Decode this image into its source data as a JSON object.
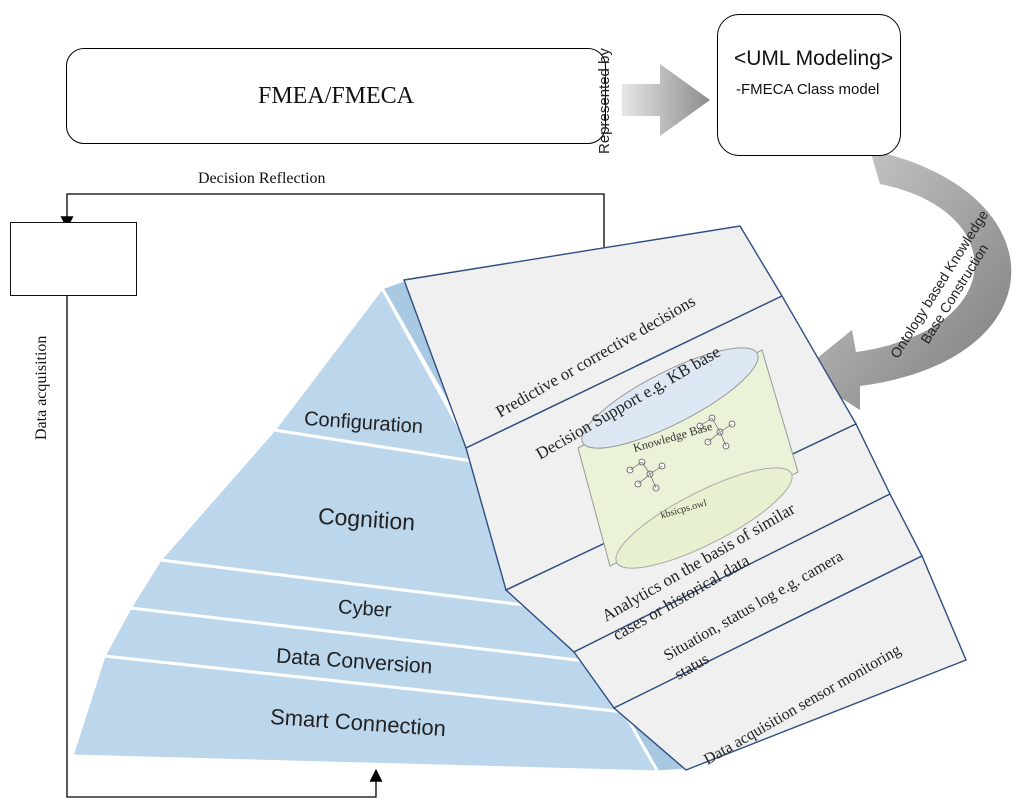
{
  "top": {
    "fmea_label": "FMEA/FMECA",
    "represented_by": "Represented by",
    "uml_title": "<UML Modeling>",
    "uml_subtitle": "-FMECA Class model"
  },
  "ontology_label_line1": "Ontology based Knowledge",
  "ontology_label_line2": "Base Construction",
  "decision_reflection": "Decision Reflection",
  "data_acquisition": "Data acquisition",
  "pyramid": {
    "tiers": [
      "Configuration",
      "Cognition",
      "Cyber",
      "Data Conversion",
      "Smart Connection"
    ]
  },
  "panels": {
    "p1": "Predictive or corrective decisions",
    "p2": "Decision Support e.g. KB base",
    "p3_line1": "Analytics on the basis of  similar",
    "p3_line2": "cases or historical data",
    "p4_line1": "Situation, status log e.g. camera",
    "p4_line2": "status",
    "p5": "Data acquisition sensor monitoring"
  },
  "knowledge_base": {
    "title": "Knowledge Base",
    "file": "kbsicps.owl"
  },
  "colors": {
    "pyramid_fill": "#bcd7ec",
    "panel_fill": "#f0f0f0",
    "panel_border": "#2f4f80",
    "arrow_gray": "#9a9a9a"
  },
  "icons": [
    "camera-cluster-icon"
  ]
}
